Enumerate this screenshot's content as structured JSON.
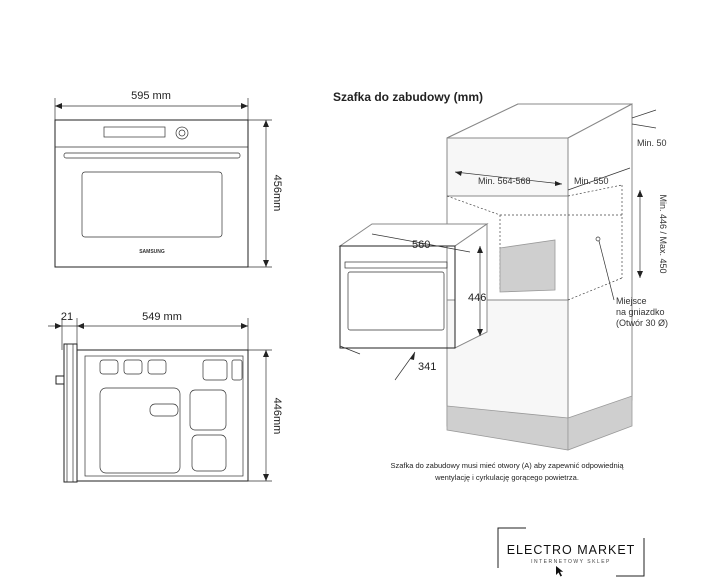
{
  "front_view": {
    "width_label": "595 mm",
    "height_label": "456mm",
    "brand_mark": "SAMSUNG"
  },
  "side_view": {
    "offset_label": "21",
    "depth_label": "549 mm",
    "height_label": "446mm"
  },
  "cabinet": {
    "title": "Szafka do zabudowy (mm)",
    "min_top_label": "Min. 50",
    "min_width_label": "Min. 564-568",
    "min_depth_label": "Min. 550",
    "height_range_label": "Min. 446 / Max. 450",
    "oven_width_label": "560",
    "oven_height_label": "446",
    "oven_depth_label": "341",
    "socket_label_line1": "Miejsce",
    "socket_label_line2": "na gniazdko",
    "socket_label_line3": "(Otwór 30 Ø)",
    "note_line1": "Szafka do zabudowy musi mieć otwory (A) aby zapewnić odpowiednią",
    "note_line2": "wentylację i cyrkulację gorącego powietrza."
  },
  "logo": {
    "name": "ELECTRO MARKET",
    "tagline": "INTERNETOWY SKLEP"
  }
}
